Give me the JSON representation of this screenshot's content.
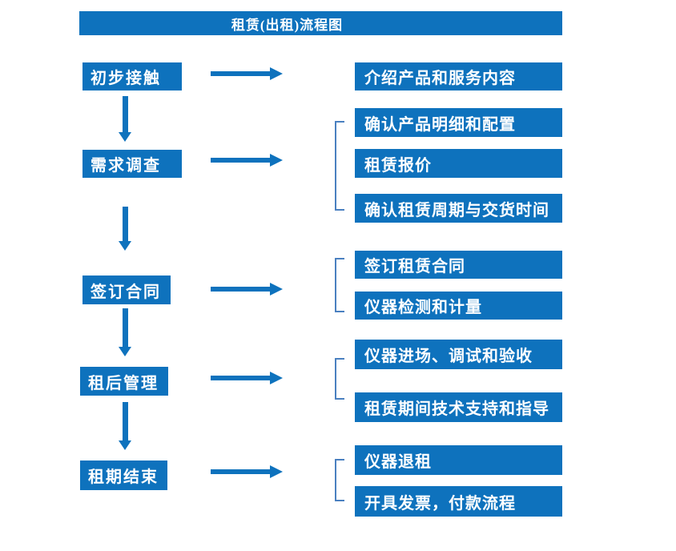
{
  "title": "租赁(出租)流程图",
  "colors": {
    "primary": "#0E72BD",
    "bracket": "#4A80C0",
    "box_text": "#FFFFFF",
    "background": "#FFFFFF"
  },
  "stages": [
    {
      "label": "初步接触",
      "outputs": [
        "介绍产品和服务内容"
      ]
    },
    {
      "label": "需求调查",
      "outputs": [
        "确认产品明细和配置",
        "租赁报价",
        "确认租赁周期与交货时间"
      ]
    },
    {
      "label": "签订合同",
      "outputs": [
        "签订租赁合同",
        "仪器检测和计量"
      ]
    },
    {
      "label": "租后管理",
      "outputs": [
        "仪器进场、调试和验收",
        "租赁期间技术支持和指导"
      ]
    },
    {
      "label": "租期结束",
      "outputs": [
        "仪器退租",
        "开具发票，付款流程"
      ]
    }
  ]
}
